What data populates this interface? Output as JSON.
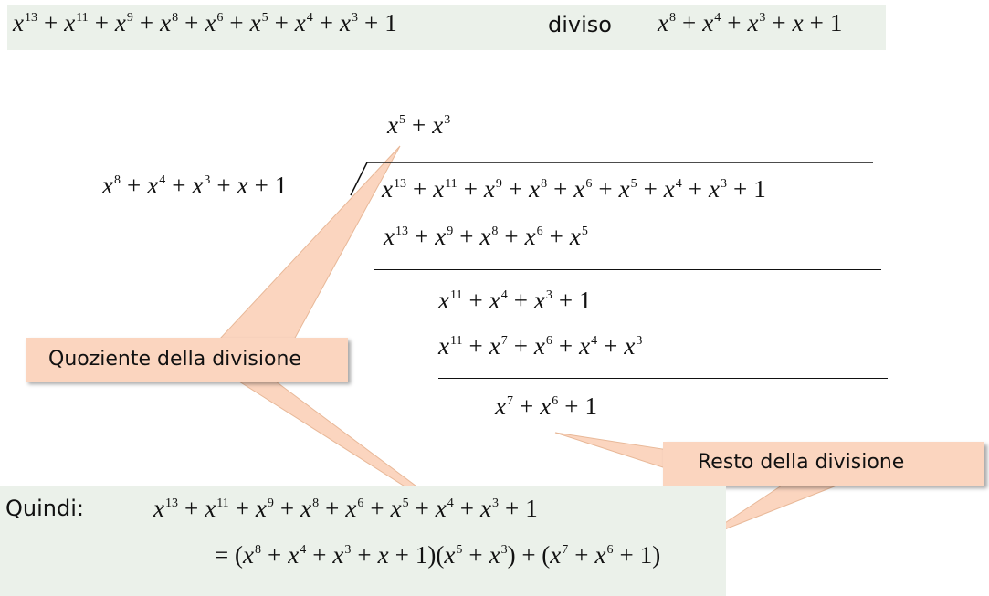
{
  "header": {
    "dividend_terms": [
      "x|13",
      "x|11",
      "x|9",
      "x|8",
      "x|6",
      "x|5",
      "x|4",
      "x|3",
      "1"
    ],
    "divided_by_word": "diviso",
    "divisor_terms": [
      "x|8",
      "x|4",
      "x|3",
      "x",
      "1"
    ]
  },
  "long_division": {
    "quotient_terms": [
      "x|5",
      "x|3"
    ],
    "divisor_terms": [
      "x|8",
      "x|4",
      "x|3",
      "x",
      "1"
    ],
    "dividend_terms": [
      "x|13",
      "x|11",
      "x|9",
      "x|8",
      "x|6",
      "x|5",
      "x|4",
      "x|3",
      "1"
    ],
    "subtract_1_terms": [
      "x|13",
      "x|9",
      "x|8",
      "x|6",
      "x|5"
    ],
    "remainder_1_terms": [
      "x|11",
      "x|4",
      "x|3",
      "1"
    ],
    "subtract_2_terms": [
      "x|11",
      "x|7",
      "x|6",
      "x|4",
      "x|3"
    ],
    "final_remainder_terms": [
      "x|7",
      "x|6",
      "1"
    ]
  },
  "callouts": {
    "quotient_label": "Quoziente della divisione",
    "remainder_label": "Resto della divisione"
  },
  "conclusion": {
    "label": "Quindi:",
    "line1_terms": [
      "x|13",
      "x|11",
      "x|9",
      "x|8",
      "x|6",
      "x|5",
      "x|4",
      "x|3",
      "1"
    ],
    "line2_prefix": "=",
    "line2_factor_a": [
      "x|8",
      "x|4",
      "x|3",
      "x",
      "1"
    ],
    "line2_factor_b": [
      "x|5",
      "x|3"
    ],
    "line2_join": "+",
    "line2_factor_c": [
      "x|7",
      "x|6",
      "1"
    ]
  },
  "colors": {
    "band": "#ebf1ea",
    "callout_fill": "#fbd5bf",
    "text": "#111111"
  }
}
